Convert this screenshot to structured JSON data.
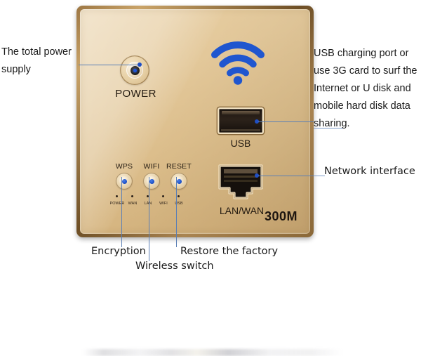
{
  "diagram": {
    "title": "Wall-embedded WiFi router socket annotated diagram",
    "device_label_300m": "300M",
    "accent_line_color": "#5b7fb5",
    "anchor_dot_color": "#1f4fc4",
    "wifi_logo_color": "#1f56cf",
    "panel_gold_light": "#e8cfa4",
    "panel_gold_dark": "#cfab74",
    "panel_bezel": "#a98451"
  },
  "annotations": {
    "power_supply": "The total power supply",
    "usb_port": "USB charging port or use 3G card to surf the Internet or U disk and mobile hard disk data sharing.",
    "network_interface": "Network interface",
    "encryption": "Encryption",
    "wireless_switch": "Wireless switch",
    "restore_factory": "Restore the factory"
  },
  "device": {
    "power_button_label": "POWER",
    "usb_label": "USB",
    "lan_label": "LAN/WAN",
    "speed_label": "300M",
    "buttons": [
      {
        "label": "WPS"
      },
      {
        "label": "WIFI"
      },
      {
        "label": "RESET"
      }
    ],
    "leds": [
      {
        "label": "POWER"
      },
      {
        "label": "WAN"
      },
      {
        "label": "LAN"
      },
      {
        "label": "WIFI"
      },
      {
        "label": "USB"
      }
    ]
  }
}
